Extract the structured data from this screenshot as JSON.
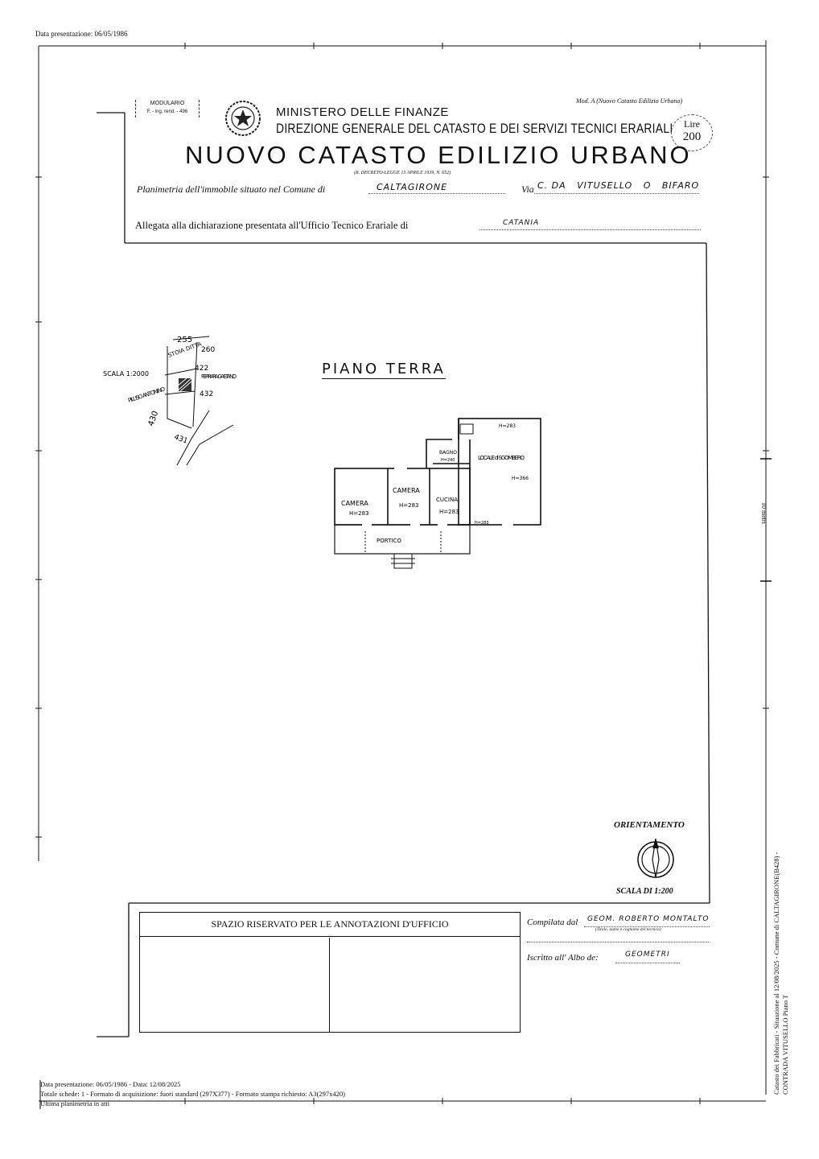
{
  "top_date": "Data presentazione: 06/05/1986",
  "header": {
    "modulario_label": "MODULARIO",
    "modulario_sub": "F. - ing. rend. - 496",
    "ministry": "MINISTERO DELLE FINANZE",
    "direction": "DIREZIONE GENERALE DEL CATASTO E DEI SERVIZI TECNICI ERARIALI",
    "title": "NUOVO CATASTO EDILIZIO URBANO",
    "decree": "(R. DECRETO-LEGGE 13 APRILE 1939, N. 652)",
    "mod_label": "Mod. A (Nuovo Catasto Edilizio Urbano)",
    "lire_label": "Lire",
    "lire_value": "200"
  },
  "planimetria": {
    "prefix": "Planimetria dell'immobile situato nel Comune di",
    "comune": "CALTAGIRONE",
    "via_label": "Via",
    "via": "C. DA   VITUSELLO   O   BIFARO",
    "allegata_prefix": "Allegata alla dichiarazione presentata all'Ufficio Tecnico Erariale di",
    "ufficio": "CATANIA"
  },
  "location_sketch": {
    "scale": "SCALA 1:2000",
    "labels": [
      "255",
      "STOIA DITTA",
      "260",
      "422",
      "FERRARA GAETANO",
      "432",
      "PILUSO ANTONINO",
      "430",
      "431"
    ]
  },
  "plan": {
    "title": "PIANO TERRA",
    "rooms": [
      {
        "name": "CAMERA",
        "height": "H=283"
      },
      {
        "name": "CAMERA",
        "height": "H=283"
      },
      {
        "name": "CUCINA",
        "height": "H=283"
      },
      {
        "name": "BAGNO",
        "height": "H=240"
      },
      {
        "name": "LOCALE di SGOMBERO",
        "height": "H=366"
      },
      {
        "name": "PORTICO",
        "height": ""
      }
    ],
    "extra_heights": [
      "H=283",
      "H=283"
    ]
  },
  "orientation": {
    "label": "ORIENTAMENTO",
    "scale": "SCALA DI 1:200"
  },
  "side_scale": "10 metri",
  "annotations": {
    "box_title": "SPAZIO RISERVATO PER LE ANNOTAZIONI D'UFFICIO",
    "compilata_label": "Compilata dal",
    "compilata_value": "GEOM. ROBERTO MONTALTO",
    "titolo_hint": "(Titolo, nome e cognome del tecnico)",
    "iscritto_label": "Iscritto all' Albo de:",
    "iscritto_value": "GEOMETRI"
  },
  "side_text": {
    "line1": "Catasto dei Fabbricati - Situazione al 12/08/2025 - Comune di CALTAGIRONE(B428) -",
    "line2": "CONTRADA VITUSELLO Piano T"
  },
  "footer": {
    "line1": "Data presentazione: 06/05/1986 - Data: 12/08/2025",
    "line2": "Totale schede: 1 - Formato di acquisizione: fuori standard (297X377) - Formato stampa richiesto: A3(297x420)",
    "line3": "Ultima planimetria in atti"
  }
}
